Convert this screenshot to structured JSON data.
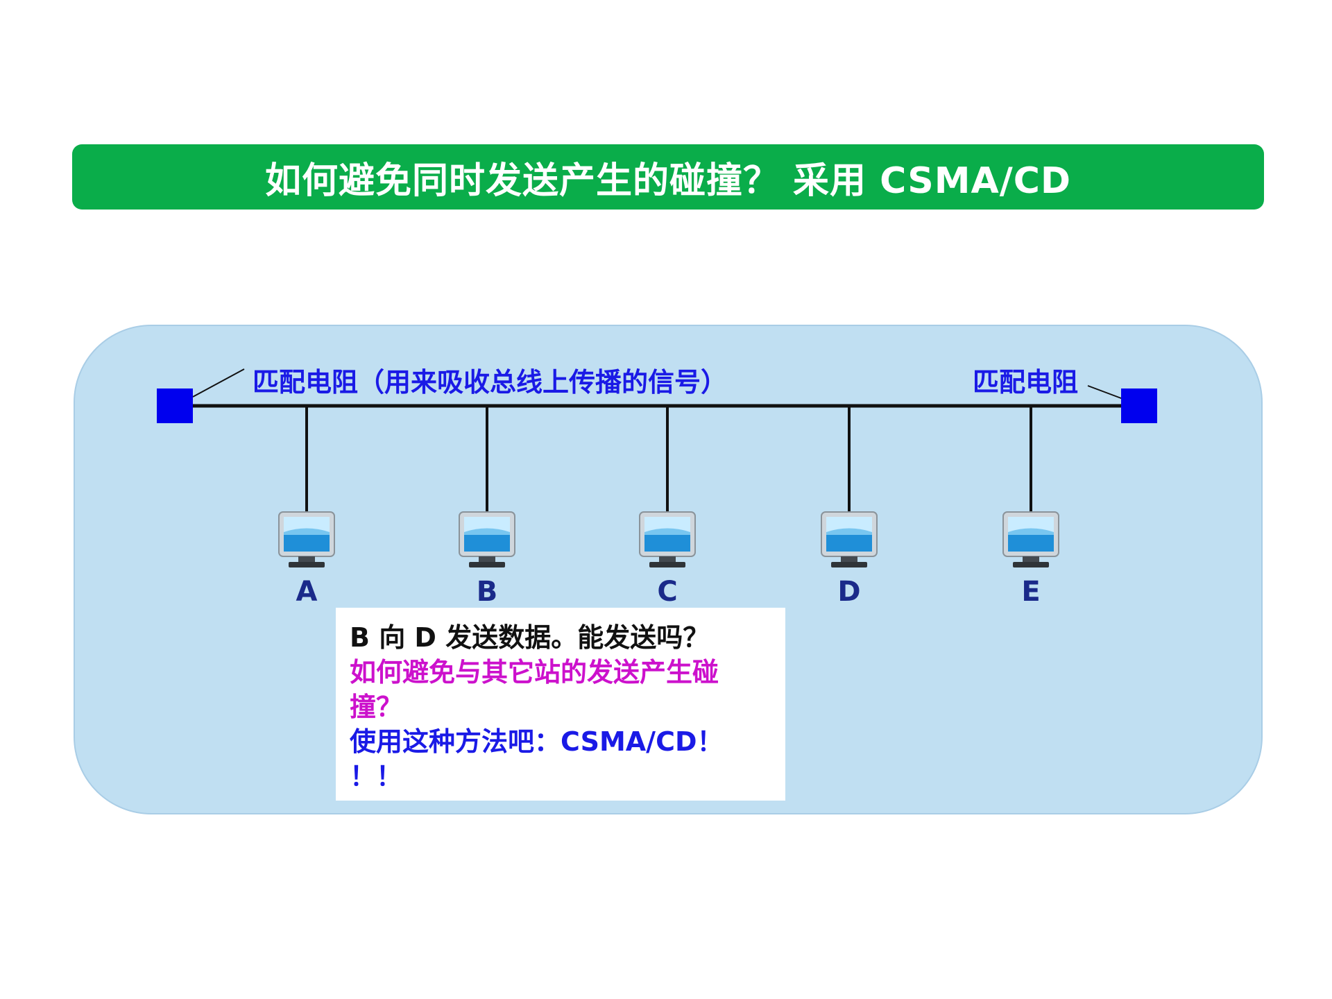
{
  "title": "如何避免同时发送产生的碰撞？ 采用 CSMA/CD",
  "bus": {
    "left_label": "匹配电阻（用来吸收总线上传播的信号）",
    "right_label": "匹配电阻"
  },
  "stations": [
    {
      "label": "A",
      "icon": "computer-monitor-icon"
    },
    {
      "label": "B",
      "icon": "computer-monitor-icon"
    },
    {
      "label": "C",
      "icon": "computer-monitor-icon"
    },
    {
      "label": "D",
      "icon": "computer-monitor-icon"
    },
    {
      "label": "E",
      "icon": "computer-monitor-icon"
    }
  ],
  "note": {
    "line1": "B 向 D 发送数据。能发送吗？",
    "line2": "如何避免与其它站的发送产生碰",
    "line3": "撞？",
    "line4": "使用这种方法吧：CSMA/CD！",
    "line5": "！！"
  },
  "colors": {
    "title_bar": "#0aad4a",
    "panel": "#c0dff2",
    "terminator": "#0000ee",
    "label_blue": "#1a1ae6",
    "label_magenta": "#cc11cc"
  }
}
